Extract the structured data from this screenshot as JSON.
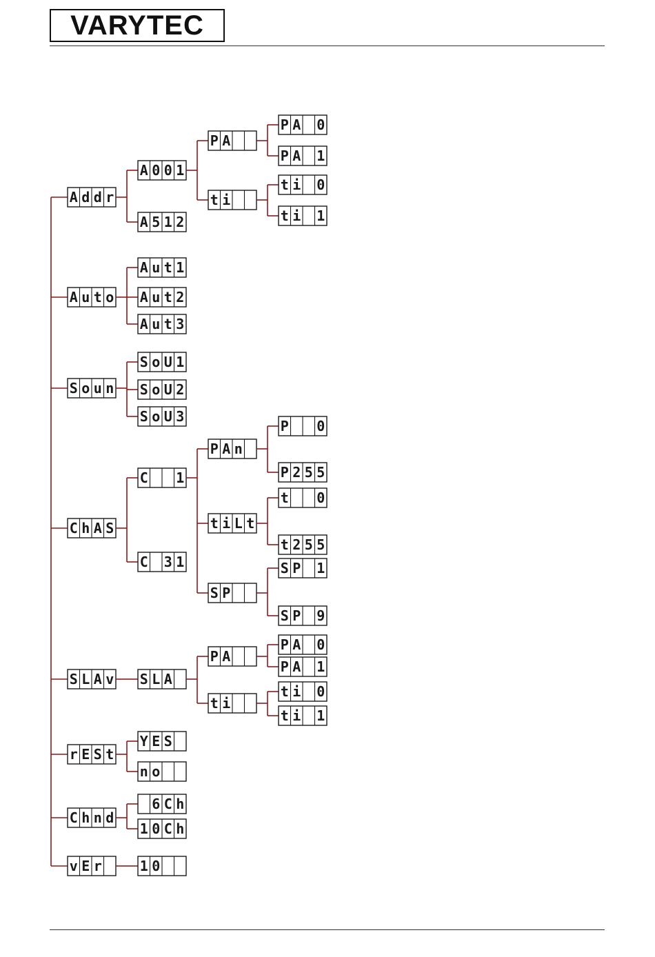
{
  "brand": "VARYTEC",
  "colors": {
    "line": "#8b1a1a",
    "digit": "#1a1a1a",
    "cell_border": "#1a1a1a"
  },
  "menu": {
    "root_children": [
      {
        "label": "Addr",
        "children": [
          {
            "label": "A001",
            "children": [
              {
                "label": "PA",
                "children": [
                  {
                    "label": "PA 0"
                  },
                  {
                    "label": "PA 1"
                  }
                ]
              },
              {
                "label": "ti",
                "children": [
                  {
                    "label": "ti 0"
                  },
                  {
                    "label": "ti 1"
                  }
                ]
              }
            ]
          },
          {
            "label": "A512"
          }
        ]
      },
      {
        "label": "Auto",
        "children": [
          {
            "label": "Aut1"
          },
          {
            "label": "Aut2"
          },
          {
            "label": "Aut3"
          }
        ]
      },
      {
        "label": "Soun",
        "children": [
          {
            "label": "SoU1"
          },
          {
            "label": "SoU2"
          },
          {
            "label": "SoU3"
          }
        ]
      },
      {
        "label": "ChAS",
        "children": [
          {
            "label": "C  1",
            "children": [
              {
                "label": "PAn",
                "children": [
                  {
                    "label": "P  0"
                  },
                  {
                    "label": "P255"
                  }
                ]
              },
              {
                "label": "tiLt",
                "children": [
                  {
                    "label": "t  0"
                  },
                  {
                    "label": "t255"
                  }
                ]
              },
              {
                "label": "SP",
                "children": [
                  {
                    "label": "SP 1"
                  },
                  {
                    "label": "SP 9"
                  }
                ]
              }
            ]
          },
          {
            "label": "C 31"
          }
        ]
      },
      {
        "label": "SLAv",
        "children": [
          {
            "label": "SLA",
            "children": [
              {
                "label": "PA",
                "children": [
                  {
                    "label": "PA 0"
                  },
                  {
                    "label": "PA 1"
                  }
                ]
              },
              {
                "label": "ti",
                "children": [
                  {
                    "label": "ti 0"
                  },
                  {
                    "label": "ti 1"
                  }
                ]
              }
            ]
          }
        ]
      },
      {
        "label": "rESt",
        "children": [
          {
            "label": "YES"
          },
          {
            "label": "no"
          }
        ]
      },
      {
        "label": "Chnd",
        "children": [
          {
            "label": " 6Ch"
          },
          {
            "label": "10Ch"
          }
        ]
      },
      {
        "label": "vEr",
        "children": [
          {
            "label": "10"
          }
        ]
      }
    ]
  }
}
